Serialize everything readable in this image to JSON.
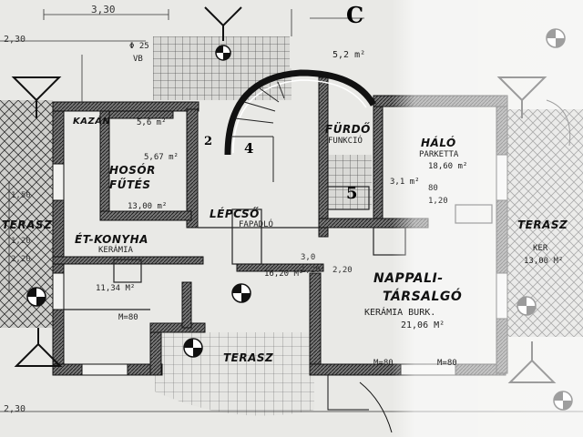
{
  "dimensions": {
    "top": "3,30",
    "left_top": "2,30",
    "left_bottom": "2,30",
    "wall_a": "1,50",
    "wall_b": "1,20",
    "wall_c": "2,20",
    "mid_a": "3,0",
    "mid_b": "1,20",
    "mid_c": "2,20",
    "right_a": "80",
    "right_b": "1,20"
  },
  "rooms": {
    "kazan": "KAZÁN",
    "kazan_area": "5,6 m²",
    "hosor": "HOSÓR",
    "futes": "FŰTÉS",
    "futes_area": "5,67 m²",
    "futes_floor": "13,00 m²",
    "konyha": "ÉT-KONYHA",
    "konyha_sub": "KERÁMIA",
    "konyha_area": "11,34 M²",
    "lepcso": "LÉPCSŐ",
    "lepcso_sub": "FAPADLÓ",
    "lepcso_area": "16,20 M²",
    "furdo": "FÜRDŐ",
    "furdo_sub": "FUNKCIÓ",
    "furdo_area": "5,2 m²",
    "halo": "HÁLÓ",
    "halo_sub": "PARKETTA",
    "halo_area": "18,60 m²",
    "halo_area2": "3,1 m²",
    "nappali": "NAPPALI-",
    "tarsalgo": "TÁRSALGÓ",
    "nappali_sub": "KERÁMIA BURK.",
    "nappali_area": "21,06 M²",
    "terasz_left": "TERASZ",
    "terasz_bottom": "TERASZ",
    "terasz_right": "TERASZ",
    "terasz_right_sub": "KER",
    "terasz_right_area": "13,00 M²"
  },
  "labels": {
    "room_number": "5",
    "room_number2": "2",
    "room_number3": "4",
    "c_mark": "C",
    "m_label": "M=80",
    "m_label2": "M=80",
    "m_label3": "M=80",
    "vb": "VB",
    "dia": "Φ 25"
  }
}
